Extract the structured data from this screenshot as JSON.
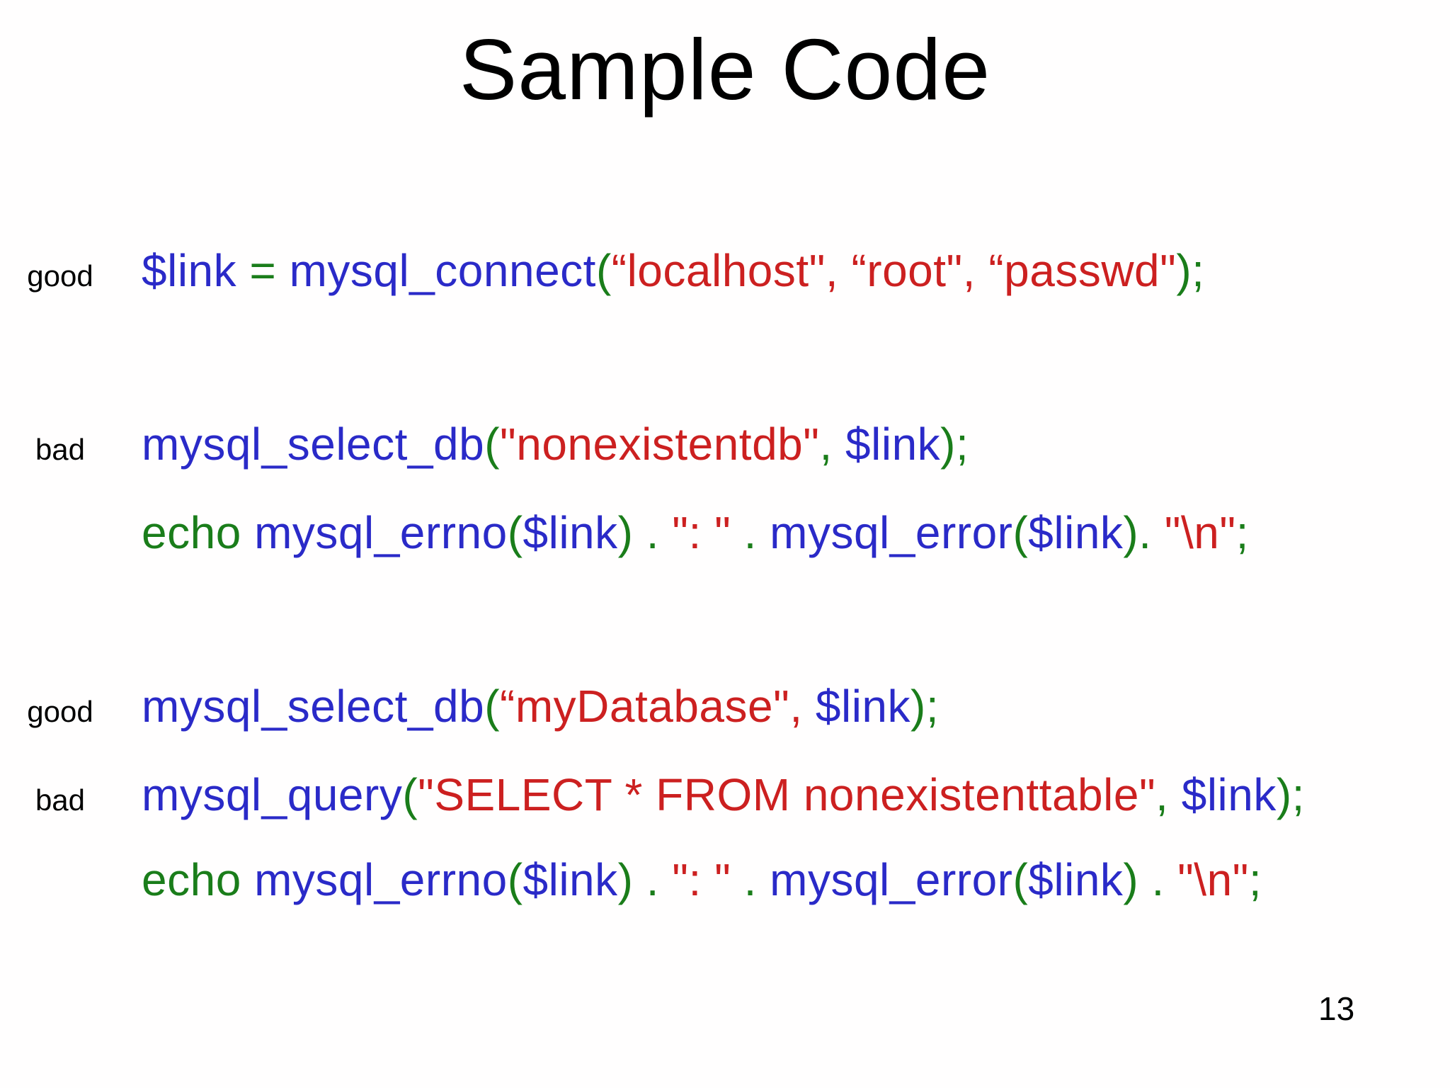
{
  "title": "Sample Code",
  "page_number": "13",
  "colors": {
    "func": "#2a2ac8",
    "str": "#cc2020",
    "kw": "#1a7d1a",
    "label": "#000000"
  },
  "rows": [
    {
      "label": "good",
      "segments": [
        {
          "c": "func",
          "t": "$link "
        },
        {
          "c": "kw",
          "t": "= "
        },
        {
          "c": "func",
          "t": "mysql_connect"
        },
        {
          "c": "kw",
          "t": "("
        },
        {
          "c": "str",
          "t": "“localhost\", “root\", “passwd\""
        },
        {
          "c": "kw",
          "t": ");"
        }
      ]
    },
    {
      "label": "bad",
      "segments": [
        {
          "c": "func",
          "t": "mysql_select_db"
        },
        {
          "c": "kw",
          "t": "("
        },
        {
          "c": "str",
          "t": "\"nonexistentdb\""
        },
        {
          "c": "kw",
          "t": ", "
        },
        {
          "c": "func",
          "t": "$link"
        },
        {
          "c": "kw",
          "t": ");"
        }
      ]
    },
    {
      "label": "",
      "segments": [
        {
          "c": "kw",
          "t": "echo "
        },
        {
          "c": "func",
          "t": "mysql_errno"
        },
        {
          "c": "kw",
          "t": "("
        },
        {
          "c": "func",
          "t": "$link"
        },
        {
          "c": "kw",
          "t": ") . "
        },
        {
          "c": "str",
          "t": "\": \""
        },
        {
          "c": "kw",
          "t": " . "
        },
        {
          "c": "func",
          "t": "mysql_error"
        },
        {
          "c": "kw",
          "t": "("
        },
        {
          "c": "func",
          "t": "$link"
        },
        {
          "c": "kw",
          "t": "). "
        },
        {
          "c": "str",
          "t": "\"\\n\""
        },
        {
          "c": "kw",
          "t": ";"
        }
      ]
    },
    {
      "label": "good",
      "segments": [
        {
          "c": "func",
          "t": "mysql_select_db"
        },
        {
          "c": "kw",
          "t": "("
        },
        {
          "c": "str",
          "t": "“myDatabase\", "
        },
        {
          "c": "func",
          "t": "$link"
        },
        {
          "c": "kw",
          "t": ");"
        }
      ]
    },
    {
      "label": "bad",
      "segments": [
        {
          "c": "func",
          "t": "mysql_query"
        },
        {
          "c": "kw",
          "t": "("
        },
        {
          "c": "str",
          "t": "\"SELECT * FROM nonexistenttable\""
        },
        {
          "c": "kw",
          "t": ", "
        },
        {
          "c": "func",
          "t": "$link"
        },
        {
          "c": "kw",
          "t": ");"
        }
      ]
    },
    {
      "label": "",
      "segments": [
        {
          "c": "kw",
          "t": "echo "
        },
        {
          "c": "func",
          "t": "mysql_errno"
        },
        {
          "c": "kw",
          "t": "("
        },
        {
          "c": "func",
          "t": "$link"
        },
        {
          "c": "kw",
          "t": ") . "
        },
        {
          "c": "str",
          "t": "\": \""
        },
        {
          "c": "kw",
          "t": " . "
        },
        {
          "c": "func",
          "t": "mysql_error"
        },
        {
          "c": "kw",
          "t": "("
        },
        {
          "c": "func",
          "t": "$link"
        },
        {
          "c": "kw",
          "t": ") . "
        },
        {
          "c": "str",
          "t": "\"\\n\""
        },
        {
          "c": "kw",
          "t": ";"
        }
      ]
    }
  ]
}
